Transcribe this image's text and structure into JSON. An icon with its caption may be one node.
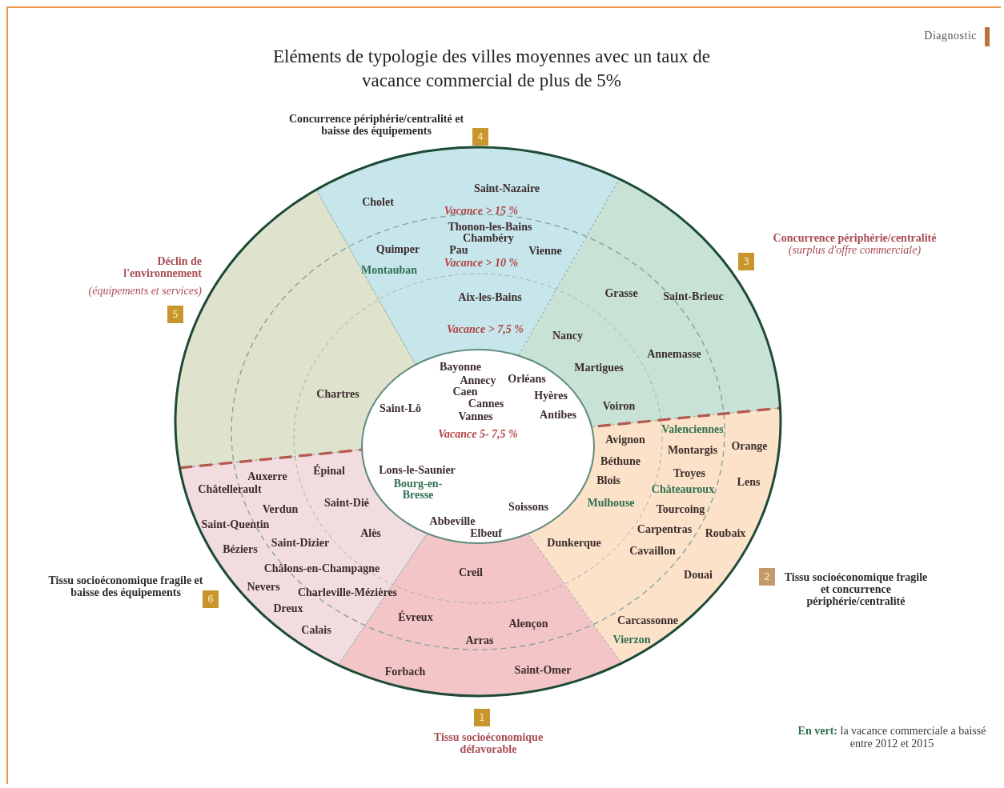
{
  "diagram": {
    "title": "Eléments de typologie des villes moyennes avec un taux de vacance commercial de plus de 5%",
    "nodes": [
      {
        "text": [
          "Cholet",
          "Saint-Nazaire",
          "Vacance > 15 %",
          "Thonon-les-Bains",
          "Chambéry",
          "Quimper",
          "Pau",
          "Vienne",
          "Vacance > 10 %",
          "Montauban",
          "Aix-les-Bains",
          "Vacance > 7,5 %"
        ]
      },
      {
        "text": [
          "Grasse",
          "Saint-Brieuc",
          "Nancy",
          "Annemasse",
          "Martigues",
          "Voiron"
        ]
      },
      {
        "text": [
          "Chartres"
        ]
      },
      {
        "text": [
          "Bayonne",
          "Annecy",
          "Orléans",
          "Caen",
          "Saint-Lô",
          "Cannes",
          "Hyères",
          "Vannes",
          "Antibes",
          "Vacance 5- 7,5 %",
          "Lons-le-Saunier",
          "Bourg-en-Bresse",
          "Soissons",
          "Abbeville",
          "Elbeuf"
        ]
      },
      {
        "text": [
          "Épinal",
          "Auxerre",
          "Châtellerault",
          "Verdun",
          "Saint-Dié",
          "Saint-Quentin",
          "Alès",
          "Saint-Dizier",
          "Béziers",
          "Châlons-en-Champagne",
          "Nevers",
          "Charleville-Mézières",
          "Dreux",
          "Calais"
        ]
      },
      {
        "text": [
          "Creil",
          "Évreux",
          "Alençon",
          "Arras",
          "Forbach",
          "Saint-Omer"
        ]
      },
      {
        "text": [
          "Valenciennes",
          "Avignon",
          "Montargis",
          "Orange",
          "Béthune",
          "Troyes",
          "Blois",
          "Lens",
          "Châteauroux",
          "Mulhouse",
          "Tourcoing",
          "Carpentras",
          "Roubaix",
          "Dunkerque",
          "Cavaillon",
          "Douai",
          "Carcassonne",
          "Vierzon"
        ]
      },
      {
        "text": [
          "4"
        ],
        "beside": [
          "Concurrence périphérie/centralité et baisse des équipements"
        ]
      },
      {
        "text": [
          "3"
        ],
        "beside": [
          "Concurrence périphérie/centralité",
          "(surplus d'offre commerciale)"
        ]
      },
      {
        "text": [
          "5"
        ]
      },
      {
        "text": [
          "6"
        ],
        "beside": [
          "Tissu socioéconomique fragile et baisse des équipements"
        ]
      },
      {
        "text": [
          "2"
        ],
        "beside": [
          "Tissu socioéconomique fragile et concurrence périphérie/centralité"
        ]
      },
      {
        "text": [
          "1"
        ],
        "beside": [
          "Tissu socioéconomique défavorable"
        ]
      }
    ],
    "labels": [
      "Diagnostic",
      "Déclin de l'environnement",
      "(équipements et services)",
      "**En vert:** la vacance commerciale a baissé entre 2012 et 2015"
    ]
  }
}
